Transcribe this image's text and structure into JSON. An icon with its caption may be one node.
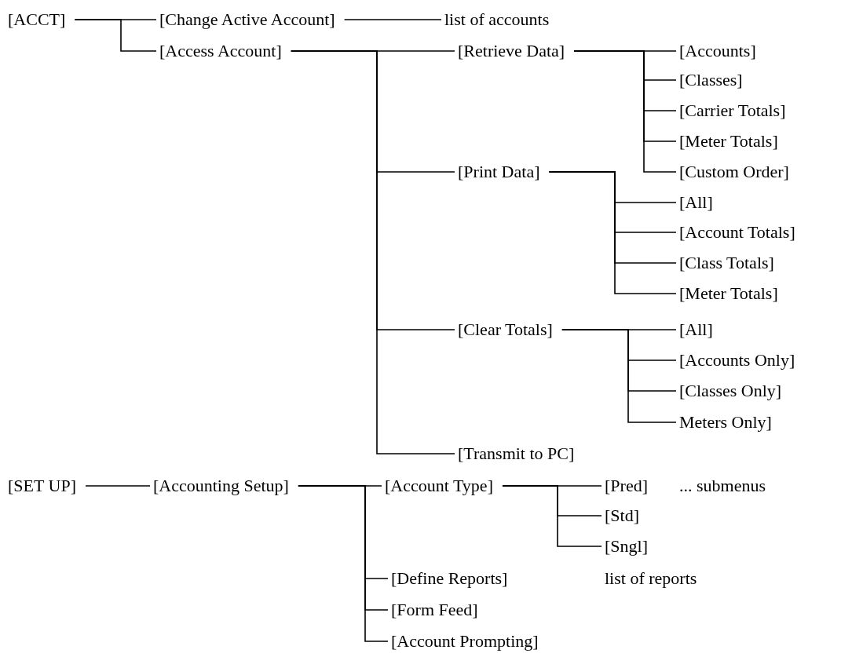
{
  "diagram": {
    "nodes": [
      {
        "text": [
          "[ACCT]"
        ]
      },
      {
        "text": [
          "[Change Active Account]"
        ]
      },
      {
        "text": [
          "list of accounts"
        ]
      },
      {
        "text": [
          "[Access Account]"
        ]
      },
      {
        "text": [
          "[Retrieve Data]"
        ]
      },
      {
        "text": [
          "[Accounts]"
        ]
      },
      {
        "text": [
          "[Classes]"
        ]
      },
      {
        "text": [
          "[Carrier Totals]"
        ]
      },
      {
        "text": [
          "[Meter Totals]"
        ]
      },
      {
        "text": [
          "[Custom Order]"
        ]
      },
      {
        "text": [
          "[Print Data]"
        ]
      },
      {
        "text": [
          "[All]"
        ]
      },
      {
        "text": [
          "[Account Totals]"
        ]
      },
      {
        "text": [
          "[Class Totals]"
        ]
      },
      {
        "text": [
          "[Meter Totals]"
        ]
      },
      {
        "text": [
          "[Clear Totals]"
        ]
      },
      {
        "text": [
          "[All]"
        ]
      },
      {
        "text": [
          "[Accounts Only]"
        ]
      },
      {
        "text": [
          "[Classes Only]"
        ]
      },
      {
        "text": [
          "Meters Only]"
        ]
      },
      {
        "text": [
          "[Transmit to PC]"
        ]
      },
      {
        "text": [
          "[SET UP]"
        ]
      },
      {
        "text": [
          "[Accounting Setup]"
        ]
      },
      {
        "text": [
          "[Account Type]"
        ]
      },
      {
        "text": [
          "[Pred]"
        ],
        "beside": [
          "... submenus"
        ]
      },
      {
        "text": [
          "[Std]"
        ]
      },
      {
        "text": [
          "[Sngl]"
        ]
      },
      {
        "text": [
          "[Define Reports]"
        ]
      },
      {
        "text": [
          "[Form Feed]"
        ]
      },
      {
        "text": [
          "[Account Prompting]"
        ]
      }
    ],
    "edges": [
      {
        "from": 0,
        "to": 1,
        "arrow": "none"
      },
      {
        "from": 0,
        "to": 3,
        "arrow": "none"
      },
      {
        "from": 1,
        "to": 2,
        "arrow": "none"
      },
      {
        "from": 3,
        "to": 4,
        "arrow": "none"
      },
      {
        "from": 3,
        "to": 10,
        "arrow": "none"
      },
      {
        "from": 3,
        "to": 15,
        "arrow": "none"
      },
      {
        "from": 3,
        "to": 20,
        "arrow": "none"
      },
      {
        "from": 4,
        "to": 5,
        "arrow": "none"
      },
      {
        "from": 4,
        "to": 6,
        "arrow": "none"
      },
      {
        "from": 4,
        "to": 7,
        "arrow": "none"
      },
      {
        "from": 4,
        "to": 8,
        "arrow": "none"
      },
      {
        "from": 4,
        "to": 9,
        "arrow": "none"
      },
      {
        "from": 10,
        "to": 11,
        "arrow": "none"
      },
      {
        "from": 10,
        "to": 12,
        "arrow": "none"
      },
      {
        "from": 10,
        "to": 13,
        "arrow": "none"
      },
      {
        "from": 10,
        "to": 14,
        "arrow": "none"
      },
      {
        "from": 15,
        "to": 16,
        "arrow": "none"
      },
      {
        "from": 15,
        "to": 17,
        "arrow": "none"
      },
      {
        "from": 15,
        "to": 18,
        "arrow": "none"
      },
      {
        "from": 15,
        "to": 19,
        "arrow": "none"
      },
      {
        "from": 21,
        "to": 22,
        "arrow": "none"
      },
      {
        "from": 22,
        "to": 23,
        "arrow": "none"
      },
      {
        "from": 22,
        "to": 27,
        "arrow": "none"
      },
      {
        "from": 22,
        "to": 28,
        "arrow": "none"
      },
      {
        "from": 22,
        "to": 29,
        "arrow": "none"
      },
      {
        "from": 23,
        "to": 24,
        "arrow": "none"
      },
      {
        "from": 23,
        "to": 25,
        "arrow": "none"
      },
      {
        "from": 23,
        "to": 26,
        "arrow": "none"
      }
    ],
    "labels": [
      "list of reports"
    ]
  }
}
